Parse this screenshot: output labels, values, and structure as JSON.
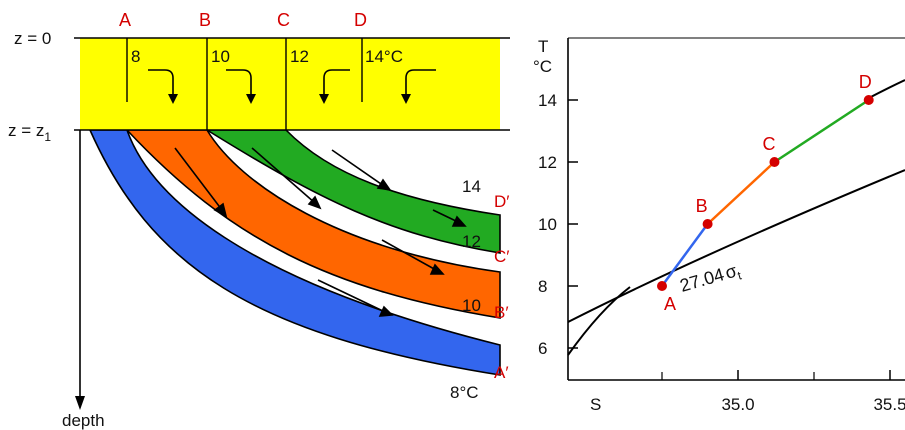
{
  "left_panel": {
    "top_labels": [
      "A",
      "B",
      "C",
      "D"
    ],
    "z_top_label": "z = 0",
    "z1_label_main": "z = z",
    "z1_label_sub": "1",
    "mixed_layer_temps": [
      "8",
      "10",
      "12",
      "14°C"
    ],
    "isotherm_labels": [
      "14",
      "12",
      "10",
      "8°C"
    ],
    "end_labels": [
      "D′",
      "C′",
      "B′",
      "A′"
    ],
    "depth_label": "depth",
    "colors": {
      "mixed_layer": "#ffff00",
      "blue": "#3366ee",
      "orange": "#ff6600",
      "green": "#22aa22"
    }
  },
  "right_panel": {
    "t_label": "T",
    "t_unit": "°C",
    "s_label": "S",
    "y_ticks": [
      "6",
      "8",
      "10",
      "12",
      "14"
    ],
    "x_ticks": [
      "35.0",
      "35.5"
    ],
    "isopycnal_label_main": "27.04",
    "isopycnal_label_sym": "σ",
    "isopycnal_label_sub": "t",
    "points": [
      {
        "label": "A",
        "salinity": 34.75,
        "temperature": 8.0
      },
      {
        "label": "B",
        "salinity": 34.9,
        "temperature": 10.0
      },
      {
        "label": "C",
        "salinity": 35.12,
        "temperature": 12.0
      },
      {
        "label": "D",
        "salinity": 35.43,
        "temperature": 14.0
      }
    ],
    "segment_colors": [
      "#3366ee",
      "#ff6600",
      "#22aa22"
    ],
    "point_color": "#d40000"
  }
}
